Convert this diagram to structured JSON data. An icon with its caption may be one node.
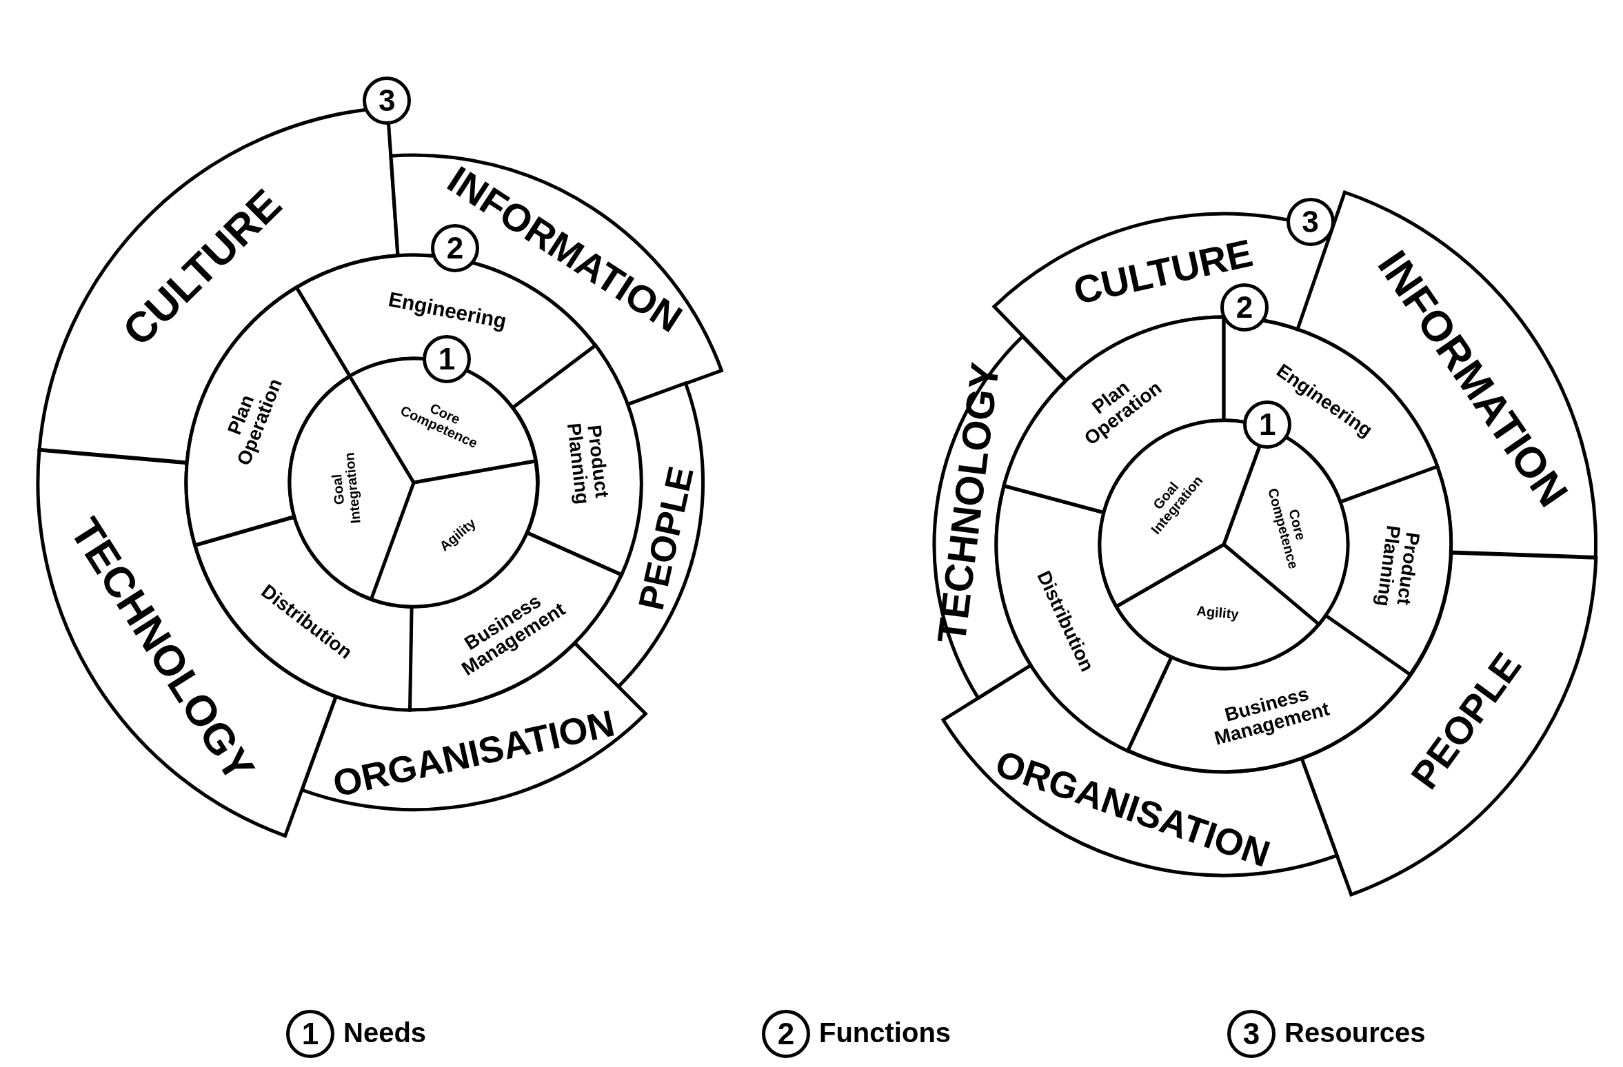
{
  "diagram": {
    "nodes": [
      {
        "text": [
          "CULTURE"
        ]
      },
      {
        "text": [
          "INFORMATION"
        ]
      },
      {
        "text": [
          "PEOPLE"
        ]
      },
      {
        "text": [
          "ORGANISATION"
        ]
      },
      {
        "text": [
          "TECHNOLOGY"
        ]
      },
      {
        "text": [
          "Engineering"
        ]
      },
      {
        "text": [
          "Product Planning"
        ]
      },
      {
        "text": [
          "Business Management"
        ]
      },
      {
        "text": [
          "Distribution"
        ]
      },
      {
        "text": [
          "Plan Operation"
        ]
      },
      {
        "text": [
          "Core Competence"
        ]
      },
      {
        "text": [
          "Agility"
        ]
      },
      {
        "text": [
          "Goal Integration"
        ]
      },
      {
        "text": [
          "CULTURE"
        ]
      },
      {
        "text": [
          "INFORMATION"
        ]
      },
      {
        "text": [
          "PEOPLE"
        ]
      },
      {
        "text": [
          "ORGANISATION"
        ]
      },
      {
        "text": [
          "TECHNOLOGY"
        ]
      },
      {
        "text": [
          "Engineering"
        ]
      },
      {
        "text": [
          "Product Planning"
        ]
      },
      {
        "text": [
          "Business Management"
        ]
      },
      {
        "text": [
          "Distribution"
        ]
      },
      {
        "text": [
          "Plan Operation"
        ]
      },
      {
        "text": [
          "Core Competence"
        ]
      },
      {
        "text": [
          "Agility"
        ]
      },
      {
        "text": [
          "Goal Integration"
        ]
      }
    ],
    "labels": [
      "3",
      "2",
      "1",
      "3",
      "2",
      "1",
      "1",
      "2",
      "3"
    ],
    "legend": [
      {
        "text": "Needs"
      },
      {
        "text": "Functions"
      },
      {
        "text": "Resources"
      }
    ]
  }
}
